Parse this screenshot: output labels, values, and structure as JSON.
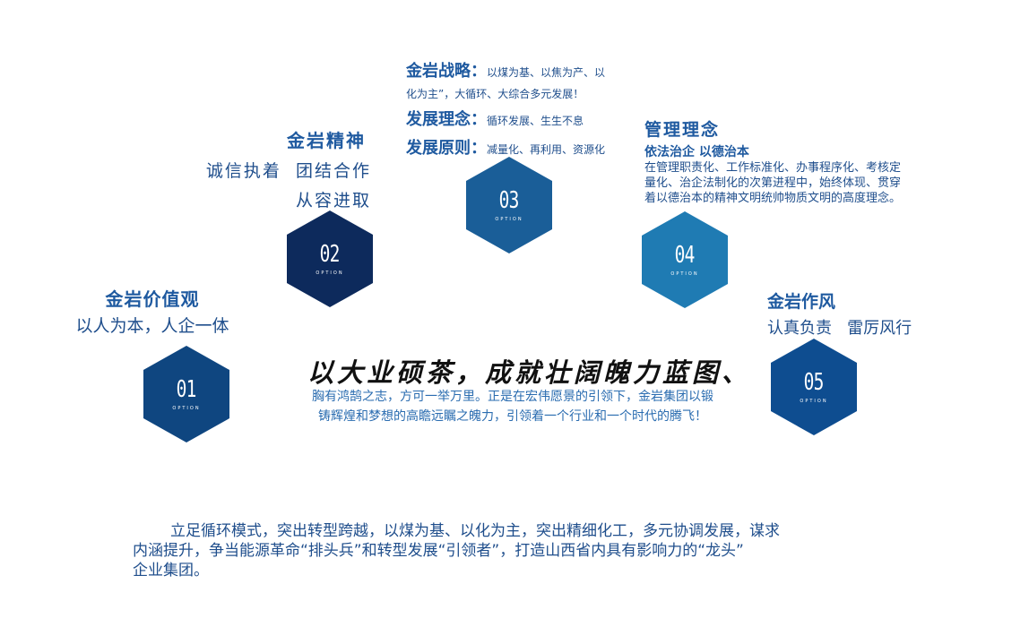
{
  "colors": {
    "hex_01": "#0f4680",
    "hex_02": "#0d2a5c",
    "hex_03": "#1a5e98",
    "hex_04": "#1f7bb3",
    "hex_05": "#0e4d90",
    "heading": "#1f5aa0",
    "text": "#1f4e8c"
  },
  "options": [
    {
      "number": "01",
      "caption": "OPTION"
    },
    {
      "number": "02",
      "caption": "OPTION"
    },
    {
      "number": "03",
      "caption": "OPTION"
    },
    {
      "number": "04",
      "caption": "OPTION"
    },
    {
      "number": "05",
      "caption": "OPTION"
    }
  ],
  "values": {
    "title": "金岩价值观",
    "text": "以人为本，人企一体"
  },
  "spirit": {
    "title": "金岩精神",
    "line1": "诚信执着  团结合作",
    "line2": "从容进取"
  },
  "strategy": {
    "title": "金岩战略：",
    "text1": "以煤为基、以焦为产、以",
    "text2": "化为主”，大循环、大综合多元发展！",
    "idea_title": "发展理念：",
    "idea_text": "循环发展、生生不息",
    "principle_title": "发展原则：",
    "principle_text": "减量化、再利用、资源化"
  },
  "management": {
    "title": "管理理念",
    "subtitle": "依法治企 以德治本",
    "line1": "在管理职责化、工作标准化、办事程序化、考核定",
    "line2": "量化、治企法制化的次第进程中，始终体现、贯穿",
    "line3": "着以德治本的精神文明统帅物质文明的高度理念。"
  },
  "style": {
    "title": "金岩作风",
    "text": "认真负责   雷厉风行"
  },
  "center": {
    "calligraphy": "以大业硕茶，成就壮阔魄力蓝图、",
    "line1": "胸有鸿鹄之志，方可一举万里。正是在宏伟愿景的引领下，金岩集团以锻",
    "line2": "铸辉煌和梦想的高瞻远瞩之魄力，引领着一个行业和一个时代的腾飞！"
  },
  "bottom": {
    "line1": "立足循环模式，突出转型跨越，以煤为基、以化为主，突出精细化工，多元协调发展，谋求",
    "line2": "内涵提升，争当能源革命“排头兵”和转型发展“引领者”，打造山西省内具有影响力的“龙头”",
    "line3": "企业集团。"
  }
}
